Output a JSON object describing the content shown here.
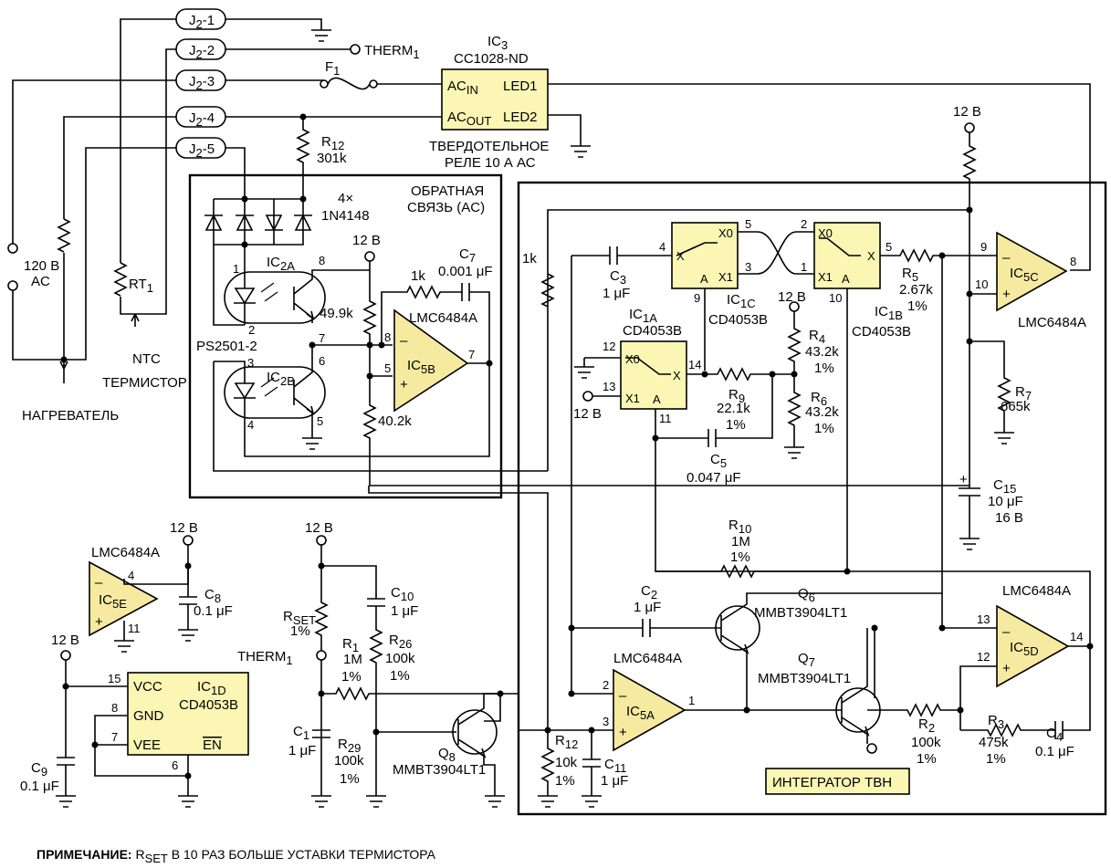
{
  "note": {
    "prefix": "ПРИМЕЧАНИЕ:",
    "text": " R",
    "sub": "SET",
    "rest": " В 10 РАЗ БОЛЬШЕ УСТАВКИ ТЕРМИСТОРА"
  },
  "connector": {
    "pins": [
      "J",
      "-1",
      "-2",
      "-3",
      "-4",
      "-5"
    ],
    "sub": "2"
  },
  "therm_label": "THERM",
  "therm_sub": "1",
  "fuse": {
    "name": "F",
    "sub": "1"
  },
  "ssr": {
    "designator": "IC",
    "designator_sub": "3",
    "part": "CC1028-ND",
    "ac_in": "AC",
    "ac_in_sub": "IN",
    "ac_out": "AC",
    "ac_out_sub": "OUT",
    "led1": "LED1",
    "led2": "LED2",
    "caption1": "ТВЕРДОТЕЛЬНОЕ",
    "caption2": "РЕЛЕ 10 А АС"
  },
  "supply": "12 В",
  "mains": {
    "line1": "120 В",
    "line2": "AC"
  },
  "rt1": {
    "name": "RT",
    "sub": "1"
  },
  "ntc": {
    "line1": "NTC",
    "line2": "ТЕРМИСТОР"
  },
  "heater": "НАГРЕВАТЕЛЬ",
  "feedback": {
    "line1": "ОБРАТНАЯ",
    "line2": "СВЯЗЬ (AC)"
  },
  "diodes": {
    "count": "4×",
    "part": "1N4148"
  },
  "opto": {
    "a": "IC",
    "a_sub": "2A",
    "b": "IC",
    "b_sub": "2B",
    "part": "PS2501-2"
  },
  "res": {
    "r12top": {
      "name": "R",
      "sub": "12",
      "value": "301k"
    },
    "r1k_fb": "1k",
    "r49": "49.9k",
    "r40": "40.2k",
    "r1k_left": "1k",
    "r5": {
      "name": "R",
      "sub": "5",
      "value": "2.67k",
      "tol": "1%"
    },
    "r4": {
      "name": "R",
      "sub": "4",
      "value": "43.2k",
      "tol": "1%"
    },
    "r6": {
      "name": "R",
      "sub": "6",
      "value": "43.2k",
      "tol": "1%"
    },
    "r9": {
      "name": "R",
      "sub": "9",
      "value": "22.1k",
      "tol": "1%"
    },
    "r7": {
      "name": "R",
      "sub": "7",
      "value": "665k"
    },
    "r10": {
      "name": "R",
      "sub": "10",
      "value": "1M",
      "tol": "1%"
    },
    "rset": {
      "name": "R",
      "sub": "SET",
      "tol": "1%"
    },
    "r1": {
      "name": "R",
      "sub": "1",
      "value": "1M",
      "tol": "1%"
    },
    "r26": {
      "name": "R",
      "sub": "26",
      "value": "100k",
      "tol": "1%"
    },
    "r29": {
      "name": "R",
      "sub": "29",
      "value": "100k",
      "tol": "1%"
    },
    "r12bot": {
      "name": "R",
      "sub": "12",
      "value": "10k",
      "tol": "1%"
    },
    "r2": {
      "name": "R",
      "sub": "2",
      "value": "100k",
      "tol": "1%"
    },
    "r3": {
      "name": "R",
      "sub": "3",
      "value": "475k",
      "tol": "1%"
    }
  },
  "caps": {
    "c7": {
      "name": "C",
      "sub": "7",
      "value": "0.001 μF"
    },
    "c3": {
      "name": "C",
      "sub": "3",
      "value": "1 μF"
    },
    "c5": {
      "name": "C",
      "sub": "5",
      "value": "0.047 μF"
    },
    "c15": {
      "name": "C",
      "sub": "15",
      "value": "10 μF",
      "volt": "16 В"
    },
    "c8": {
      "name": "C",
      "sub": "8",
      "value": "0.1 μF"
    },
    "c9": {
      "name": "C",
      "sub": "9",
      "value": "0.1 μF"
    },
    "c10": {
      "name": "C",
      "sub": "10",
      "value": "1 μF"
    },
    "c1": {
      "name": "C",
      "sub": "1",
      "value": "1 μF"
    },
    "c2": {
      "name": "C",
      "sub": "2",
      "value": "1 μF"
    },
    "c11": {
      "name": "C",
      "sub": "11",
      "value": "1 μF"
    },
    "c4": {
      "name": "C",
      "sub": "4",
      "value": "0.1 μF"
    }
  },
  "ics": {
    "lmc": "LMC6484A",
    "cd": "CD4053B",
    "ic5a": {
      "name": "IC",
      "sub": "5A"
    },
    "ic5b": {
      "name": "IC",
      "sub": "5B"
    },
    "ic5c": {
      "name": "IC",
      "sub": "5C"
    },
    "ic5d": {
      "name": "IC",
      "sub": "5D"
    },
    "ic5e": {
      "name": "IC",
      "sub": "5E"
    },
    "ic1a": {
      "name": "IC",
      "sub": "1A"
    },
    "ic1b": {
      "name": "IC",
      "sub": "1B"
    },
    "ic1c": {
      "name": "IC",
      "sub": "1C"
    },
    "ic1d": {
      "name": "IC",
      "sub": "1D"
    },
    "vcc": "VCC",
    "gnd": "GND",
    "vee": "VEE",
    "en": "EN"
  },
  "transistors": {
    "q6": {
      "name": "Q",
      "sub": "6",
      "part": "MMBT3904LT1"
    },
    "q7": {
      "name": "Q",
      "sub": "7",
      "part": "MMBT3904LT1"
    },
    "q8": {
      "name": "Q",
      "sub": "8",
      "part": "MMBT3904LT1"
    }
  },
  "switch": {
    "x0": "X0",
    "x1": "X1",
    "x": "X",
    "a": "A"
  },
  "integrator": "ИНТЕГРАТОР ТВН",
  "pins": [
    "1",
    "2",
    "3",
    "4",
    "5",
    "6",
    "7",
    "8",
    "9",
    "10",
    "11",
    "12",
    "13",
    "14",
    "15"
  ]
}
